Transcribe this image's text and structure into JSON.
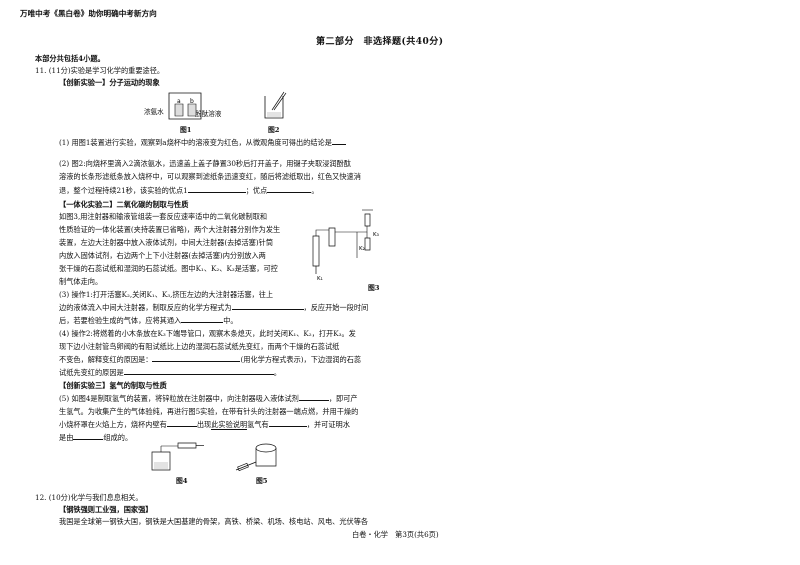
{
  "header": "万唯中考《黑白卷》助你明确中考新方向",
  "part_title": "第二部分　非选择题(共40分)",
  "intro": "本部分共包括4小题。",
  "q11": {
    "stem": "11. (11分)实验是学习化学的重要途径。",
    "exp1_title": "【创新实验一】分子运动的现象",
    "fig1_label_left": "浓氨水",
    "fig1_label_right": "酚酞溶液",
    "fig1_a": "a",
    "fig1_b": "b",
    "fig1_caption": "图1",
    "fig2_caption": "图2",
    "q1": "(1) 用图1装置进行实验，观察到a烧杯中的溶液变为红色，从微观角度可得出的结论是",
    "q2_l1": "(2) 图2:向烧杯里滴入2滴浓氨水，迅速盖上盖子静置30秒后打开盖子，用镊子夹取浸润酚酞",
    "q2_l2": "溶液的长条形滤纸条放入烧杯中，可以观察到滤纸条迅速变红，随后将滤纸取出，红色又快速消",
    "q2_l3a": "退，整个过程持续21秒，该实验的优点1",
    "q2_l3b": "；优点",
    "q2_l3c": "。",
    "exp2_title": "【一体化实验二】二氧化碳的制取与性质",
    "exp2_l1": "如图3,用注射器和输液管组装一套反应速率适中的二氧化碳制取和",
    "exp2_l2": "性质验证的一体化装置(夹持装置已省略)，两个大注射器分别作为发生",
    "exp2_l3": "装置，左边大注射器中放入液体试剂，中间大注射器(去掉活塞)针筒",
    "exp2_l4": "内放入固体试剂，右边两个上下小注射器(去掉活塞)内分别放入两",
    "exp2_l5": "张干燥的石蕊试纸和湿润的石蕊试纸。图中K₁、K₂、K₃是活塞，可控",
    "exp2_l6": "制气体走向。",
    "fig3_k1": "K₁",
    "fig3_k2": "K₂",
    "fig3_k3": "K₃",
    "fig3_caption": "图3",
    "q3_l1": "(3) 操作1:打开活塞K₂,关闭K₁、K₃,挤压左边的大注射器活塞，往上",
    "q3_l2a": "边的液体流入中间大注射器，制取反应的化学方程式为",
    "q3_l2b": "，反应开始一段时间",
    "q3_l3a": "后，若要检验生成的气体，应将其通入",
    "q3_l3b": "中。",
    "q4_l1": "(4) 操作2:将燃着的小木条放在K₃下端导管口，观察木条熄灭，此时关闭K₁、K₂，打开K₃。发",
    "q4_l2": "现下边小注射管鸟卵阀的有阻试纸比上边的湿润石蕊试纸先变红，而两个干燥的石蕊试纸",
    "q4_l3a": "不变色，解释变红的原因是：",
    "q4_l3b": "(用化学方程式表示)，下边湿润的石蕊",
    "q4_l4a": "试纸先变红的原因是",
    "q4_l4b": "。",
    "exp3_title": "【创新实验三】氢气的制取与性质",
    "q5_l1a": "(5) 如图4是制取氢气的装置，将锌粒放在注射器中，向注射器吸入液体试剂",
    "q5_l1b": "，即可产",
    "q5_l2": "生氢气。为收集产生的气体验纯，再进行图5实验，在带有针头的注射器一端点燃，并用干燥的",
    "q5_l3a": "小烧杯罩在火焰上方，烧杯内壁有",
    "q5_l3b": "出现",
    "q5_l3c": "此实验说明",
    "q5_l3d": "氢气有",
    "q5_l3e": "，并可证明水",
    "q5_l4a": "是由",
    "q5_l4b": "组成的。",
    "fig4_caption": "图4",
    "fig5_caption": "图5"
  },
  "q12": {
    "stem": "12. (10分)化学与我们息息相关。",
    "sub_title": "【钢铁强则工业强，国家强】",
    "l1": "我国是全球第一钢铁大国，钢铁是大国基建的骨架，高铁、桥梁、机场、核电站、风电、光伏等各"
  },
  "footer": "白卷・化学　第3页(共6页)"
}
